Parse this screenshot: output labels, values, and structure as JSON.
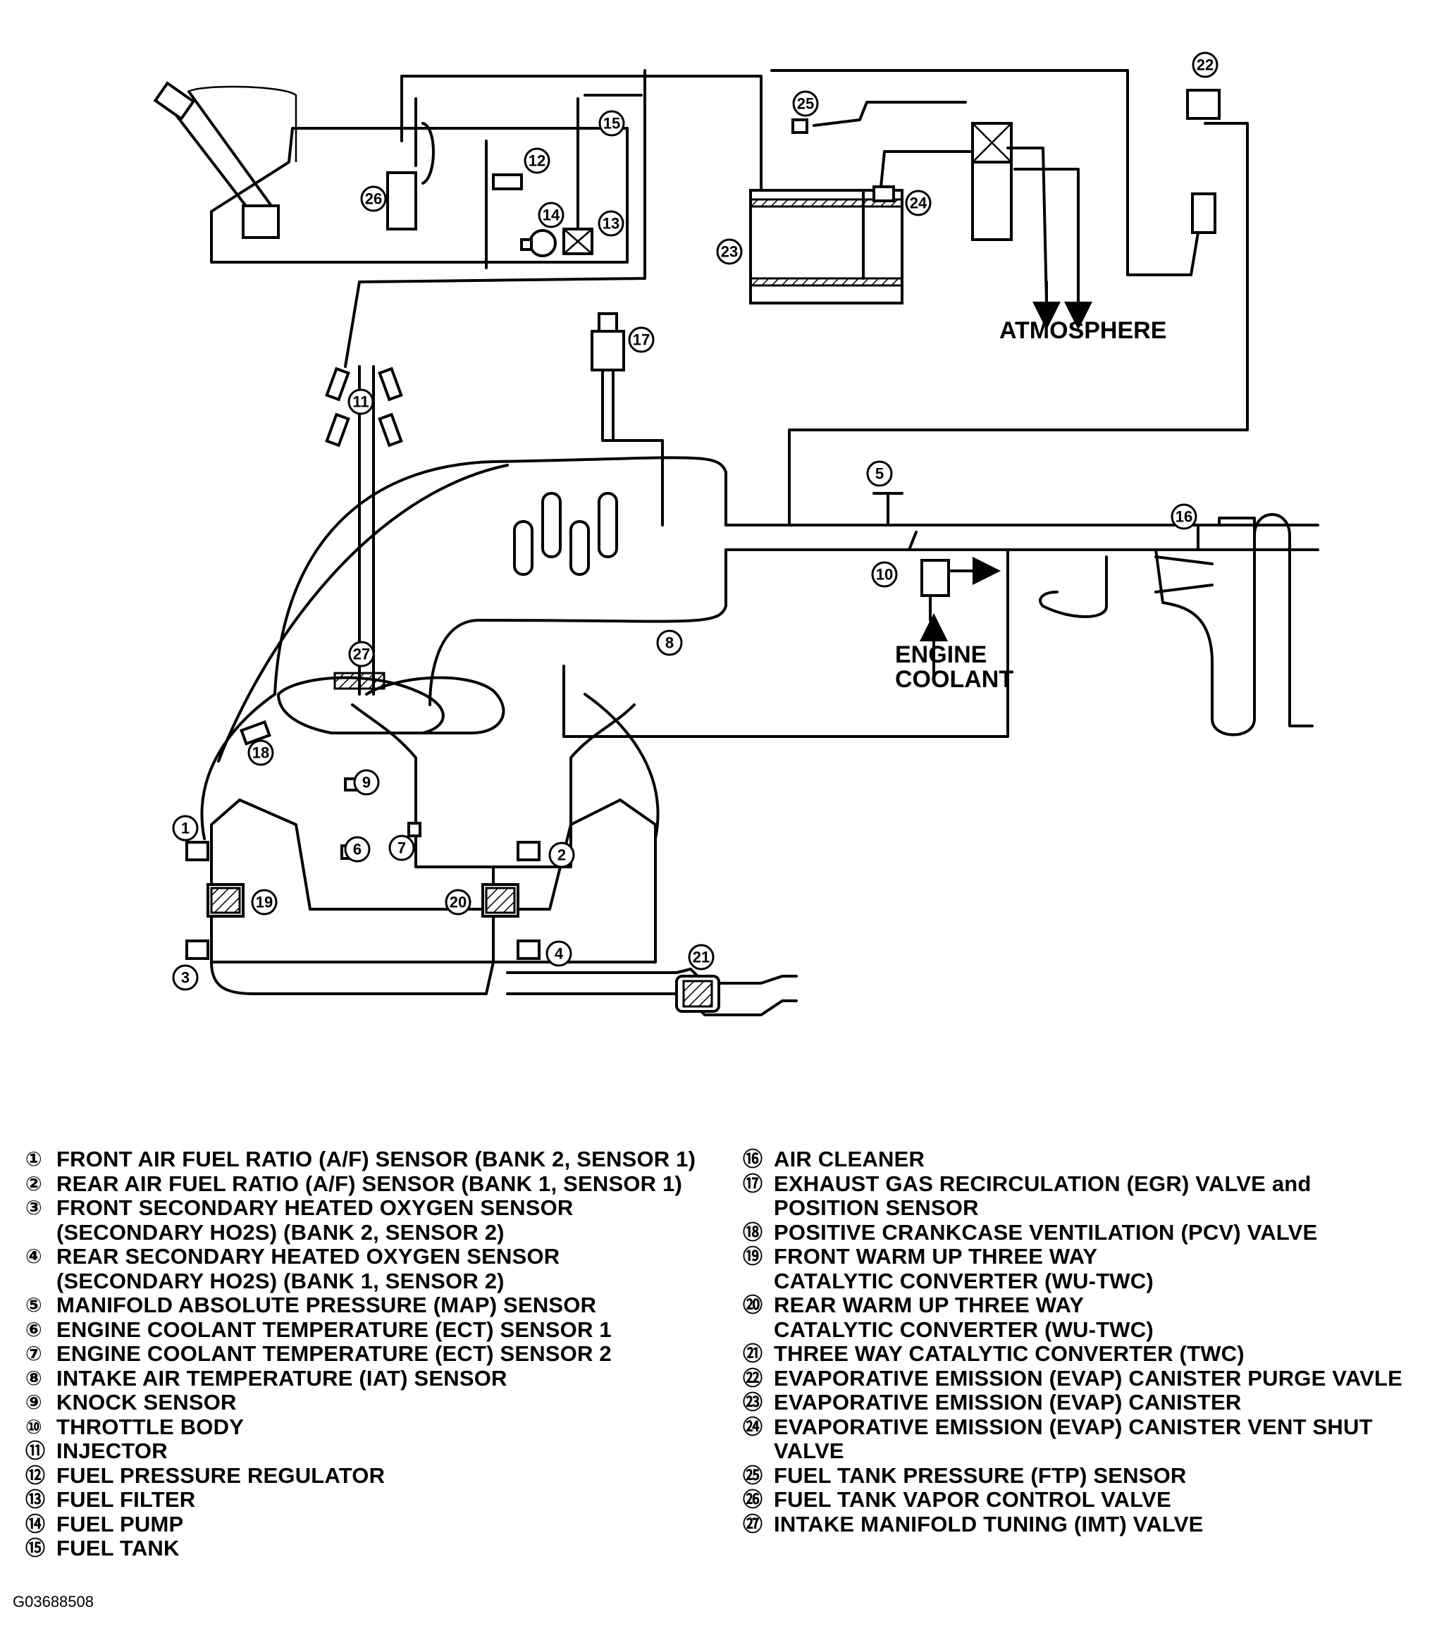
{
  "diagram_labels": {
    "atmosphere": "ATMOSPHERE",
    "engine_coolant_line1": "ENGINE",
    "engine_coolant_line2": "COOLANT"
  },
  "callouts": [
    {
      "n": "1"
    },
    {
      "n": "2"
    },
    {
      "n": "3"
    },
    {
      "n": "4"
    },
    {
      "n": "5"
    },
    {
      "n": "6"
    },
    {
      "n": "7"
    },
    {
      "n": "8"
    },
    {
      "n": "9"
    },
    {
      "n": "10"
    },
    {
      "n": "11"
    },
    {
      "n": "12"
    },
    {
      "n": "13"
    },
    {
      "n": "14"
    },
    {
      "n": "15"
    },
    {
      "n": "16"
    },
    {
      "n": "17"
    },
    {
      "n": "18"
    },
    {
      "n": "19"
    },
    {
      "n": "20"
    },
    {
      "n": "21"
    },
    {
      "n": "22"
    },
    {
      "n": "23"
    },
    {
      "n": "24"
    },
    {
      "n": "25"
    },
    {
      "n": "26"
    },
    {
      "n": "27"
    }
  ],
  "legend": {
    "left": [
      {
        "num": "①",
        "text": "FRONT AIR FUEL RATIO (A/F) SENSOR (BANK 2, SENSOR 1)"
      },
      {
        "num": "②",
        "text": "REAR AIR FUEL RATIO (A/F) SENSOR (BANK 1, SENSOR 1)"
      },
      {
        "num": "③",
        "text": "FRONT SECONDARY HEATED OXYGEN SENSOR\n(SECONDARY HO2S) (BANK 2, SENSOR 2)"
      },
      {
        "num": "④",
        "text": "REAR SECONDARY HEATED OXYGEN SENSOR\n(SECONDARY HO2S) (BANK 1, SENSOR 2)"
      },
      {
        "num": "⑤",
        "text": "MANIFOLD ABSOLUTE PRESSURE (MAP) SENSOR"
      },
      {
        "num": "⑥",
        "text": "ENGINE COOLANT TEMPERATURE (ECT) SENSOR 1"
      },
      {
        "num": "⑦",
        "text": "ENGINE COOLANT TEMPERATURE (ECT) SENSOR 2"
      },
      {
        "num": "⑧",
        "text": "INTAKE AIR TEMPERATURE (IAT) SENSOR"
      },
      {
        "num": "⑨",
        "text": "KNOCK SENSOR"
      },
      {
        "num": "⑩",
        "text": "THROTTLE BODY"
      },
      {
        "num": "⑪",
        "text": "INJECTOR"
      },
      {
        "num": "⑫",
        "text": "FUEL PRESSURE REGULATOR"
      },
      {
        "num": "⑬",
        "text": "FUEL FILTER"
      },
      {
        "num": "⑭",
        "text": "FUEL PUMP"
      },
      {
        "num": "⑮",
        "text": "FUEL TANK"
      }
    ],
    "right": [
      {
        "num": "⑯",
        "text": "AIR CLEANER"
      },
      {
        "num": "⑰",
        "text": "EXHAUST GAS RECIRCULATION (EGR) VALVE and\nPOSITION SENSOR"
      },
      {
        "num": "⑱",
        "text": "POSITIVE CRANKCASE VENTILATION (PCV) VALVE"
      },
      {
        "num": "⑲",
        "text": "FRONT WARM UP THREE WAY\nCATALYTIC CONVERTER (WU-TWC)"
      },
      {
        "num": "⑳",
        "text": "REAR WARM UP THREE WAY\nCATALYTIC CONVERTER (WU-TWC)"
      },
      {
        "num": "㉑",
        "text": "THREE WAY CATALYTIC CONVERTER (TWC)"
      },
      {
        "num": "㉒",
        "text": "EVAPORATIVE EMISSION (EVAP) CANISTER PURGE VAVLE"
      },
      {
        "num": "㉓",
        "text": "EVAPORATIVE EMISSION (EVAP) CANISTER"
      },
      {
        "num": "㉔",
        "text": "EVAPORATIVE EMISSION (EVAP) CANISTER VENT SHUT\nVALVE"
      },
      {
        "num": "㉕",
        "text": "FUEL TANK PRESSURE (FTP) SENSOR"
      },
      {
        "num": "㉖",
        "text": "FUEL TANK VAPOR CONTROL VALVE"
      },
      {
        "num": "㉗",
        "text": "INTAKE MANIFOLD TUNING (IMT) VALVE"
      }
    ]
  },
  "figure_code": "G03688508"
}
